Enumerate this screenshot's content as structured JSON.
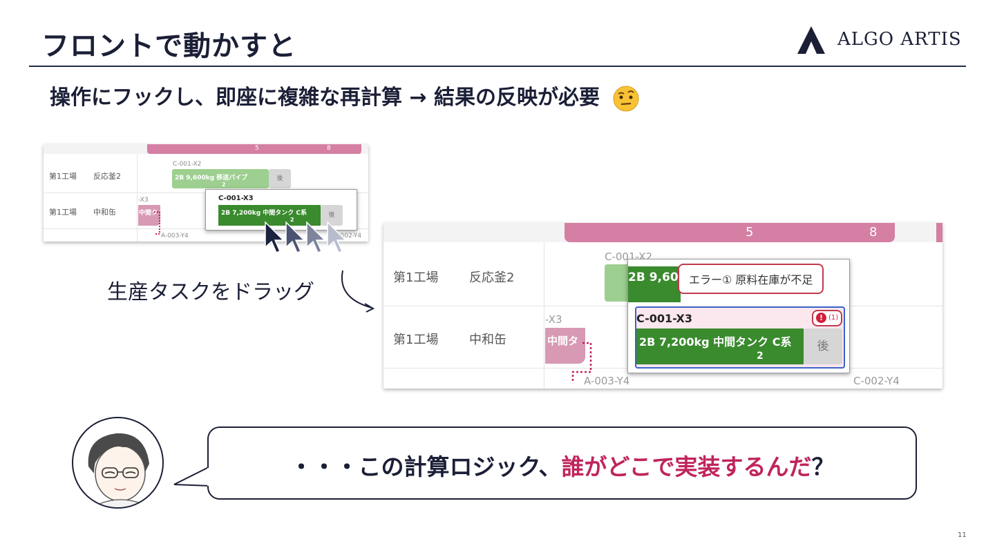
{
  "slide": {
    "title": "フロントで動かすと",
    "subtitle": "操作にフックし、即座に複雑な再計算 → 結果の反映が必要",
    "page_number": "11"
  },
  "logo": {
    "text": "ALGO ARTIS"
  },
  "colors": {
    "navy": "#1b1f36",
    "accent": "#c0245c",
    "bar_green": "#3a8a2e",
    "bar_light_green": "#9dcf90",
    "bar_pink": "#d799b4",
    "header_pink": "#d47fa3",
    "error_red": "#c0394a"
  },
  "gantt_small": {
    "timeline": {
      "day_5": "5",
      "day_8": "8"
    },
    "rows": [
      {
        "factory": "第1工場",
        "equipment": "反応釜2"
      },
      {
        "factory": "第1工場",
        "equipment": "中和缶"
      }
    ],
    "task_ghost": {
      "id": "C-001-X2",
      "label": "2B  9,600kg  移送パイプ",
      "sub": "2",
      "after": "後"
    },
    "task_left": {
      "id": "-X3",
      "label": "中間タ"
    },
    "task_bottom": {
      "id": "A-003-Y4",
      "id_right": "C-002-Y4"
    },
    "drag_popup": {
      "id": "C-001-X3",
      "label": "2B  7,200kg  中間タンク C系",
      "sub": "2",
      "after": "後"
    }
  },
  "gantt_large": {
    "timeline": {
      "day_5": "5",
      "day_8": "8"
    },
    "rows": [
      {
        "factory": "第1工場",
        "equipment": "反応釜2"
      },
      {
        "factory": "第1工場",
        "equipment": "中和缶"
      }
    ],
    "task_ghost": {
      "id": "C-001-X2",
      "label": "2B  9,600kg"
    },
    "error_tooltip": "エラー①  原料在庫が不足",
    "task_left": {
      "id": "-X3",
      "label": "中間タ"
    },
    "drag_popup": {
      "id": "C-001-X3",
      "label": "2B  7,200kg  中間タンク C系",
      "sub": "2",
      "after": "後",
      "badge": "(1)"
    },
    "task_bottom": {
      "id": "A-003-Y4",
      "id_right": "C-002-Y4"
    }
  },
  "drag_caption": "生産タスクをドラッグ",
  "speech": {
    "text_before": "・・・この計算ロジック、",
    "text_accent": "誰がどこで実装するんだ",
    "text_after": "？"
  }
}
